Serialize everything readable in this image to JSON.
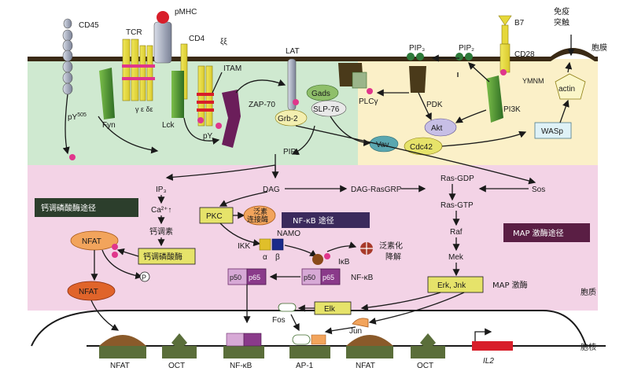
{
  "regions": {
    "membrane_label": "胞膜",
    "cytoplasm_label": "胞质",
    "nucleus_label": "胞核",
    "synapse_label_1": "免疫",
    "synapse_label_2": "突触"
  },
  "membrane_molecules": {
    "cd45": "CD45",
    "py505": "pY",
    "py505_sup": "505",
    "fyn": "Fyn",
    "tcr": "TCR",
    "gamma_eps_delta_eps": "γ ε δε",
    "pmhc": "pMHC",
    "cd4": "CD4",
    "lck": "Lck",
    "xixi": "ξξ",
    "itam": "ITAM",
    "zap70": "ZAP-70",
    "py": "pY",
    "lat": "LAT",
    "gads": "Gads",
    "slp76": "SLP-76",
    "grb2": "Grb-2",
    "plcg": "PLCγ",
    "pip3": "PIP₃",
    "pip2_top": "PIP₂",
    "pdk": "PDK",
    "akt": "Akt",
    "vav": "Vav",
    "cdc42": "Cdc42",
    "b7": "B7",
    "cd28": "CD28",
    "ymnm": "YMNM",
    "pi3k": "PI3K",
    "actin": "actin",
    "wasp": "WASp"
  },
  "cytoplasm": {
    "pip2": "PIP₂",
    "ip3": "IP₃",
    "dag": "DAG",
    "dag_rasgrp": "DAG-RasGRP",
    "ras_gdp": "Ras-GDP",
    "sos": "Sos",
    "ras_gtp": "Ras-GTP",
    "raf": "Raf",
    "mek": "Mek",
    "erk_jnk": "Erk, Jnk",
    "map_kinase": "MAP 激酶",
    "ca_up": "Ca²⁺↑",
    "calmodulin": "钙调素",
    "calcineurin": "钙调磷酸酶",
    "calcineurin_pathway": "钙调磷酸酶途径",
    "nfat": "NFAT",
    "p": "P",
    "pkc": "PKC",
    "ub_ligase_1": "泛素",
    "ub_ligase_2": "连接酶",
    "nfkb_pathway": "NF-κB 途径",
    "map_pathway": "MAP 激酶途径",
    "namo": "NAMO",
    "ikk": "IKK",
    "alpha": "α",
    "beta": "β",
    "ikb": "IκB",
    "ub_degrade_1": "泛素化",
    "ub_degrade_2": "降解",
    "p50": "p50",
    "p65": "p65",
    "nfkb": "NF-κB",
    "elk": "Elk",
    "fos": "Fos",
    "jun": "Jun"
  },
  "promoters": [
    "NFAT",
    "OCT",
    "NF-κB",
    "AP-1",
    "NFAT",
    "OCT"
  ],
  "gene": "IL2",
  "colors": {
    "bg_green": "#cfe9d0",
    "bg_pink": "#f3d3e6",
    "bg_yellow": "#fbf0c8",
    "membrane": "#3a2a15",
    "dark_label_box": "#2c3e2c",
    "map_box": "#5a1e44",
    "nfkb_box": "#3b2a5c",
    "yellow_box": "#e6e36a",
    "nfat_orange": "#f2a45c",
    "phospho": "#e0368c"
  }
}
